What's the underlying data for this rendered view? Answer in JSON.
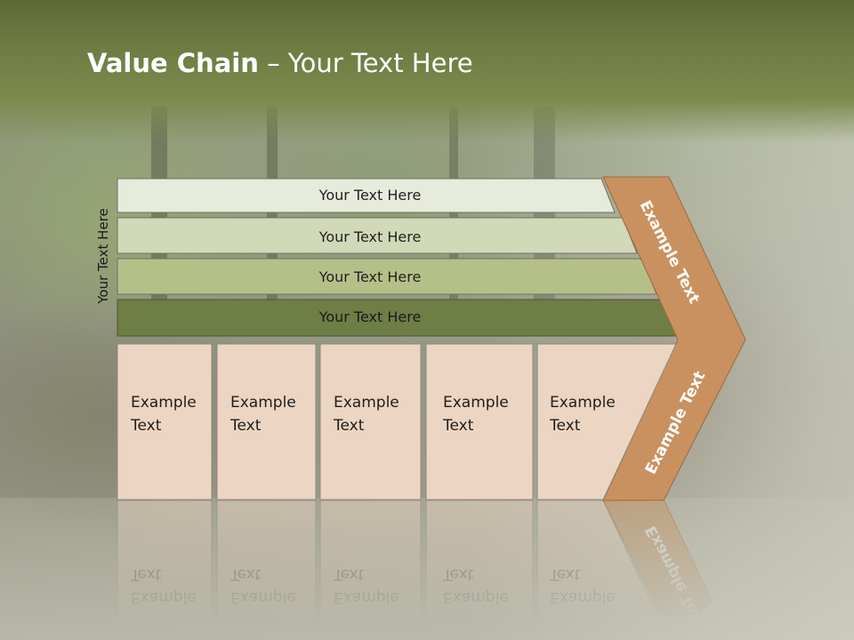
{
  "header": {
    "title_bold": "Value Chain",
    "title_rest": " – Your Text Here"
  },
  "side_label": "Your Text Here",
  "bars": [
    {
      "label": "Your Text Here",
      "color": "#e7ebdc"
    },
    {
      "label": "Your Text Here",
      "color": "#d1d9b8"
    },
    {
      "label": "Your Text Here",
      "color": "#b5c088"
    },
    {
      "label": "Your Text Here",
      "color": "#6e7e44"
    }
  ],
  "boxes": [
    {
      "line1": "Example",
      "line2": "Text"
    },
    {
      "line1": "Example",
      "line2": "Text"
    },
    {
      "line1": "Example",
      "line2": "Text"
    },
    {
      "line1": "Example",
      "line2": "Text"
    },
    {
      "line1": "Example",
      "line2": "Text"
    }
  ],
  "chevron": {
    "upper_label": "Example Text",
    "lower_label": "Example Text",
    "color": "#c9915f"
  },
  "colors": {
    "box_fill": "#ecd5c2",
    "box_stroke": "#8a8a80",
    "header_green": "#6f7c43"
  }
}
